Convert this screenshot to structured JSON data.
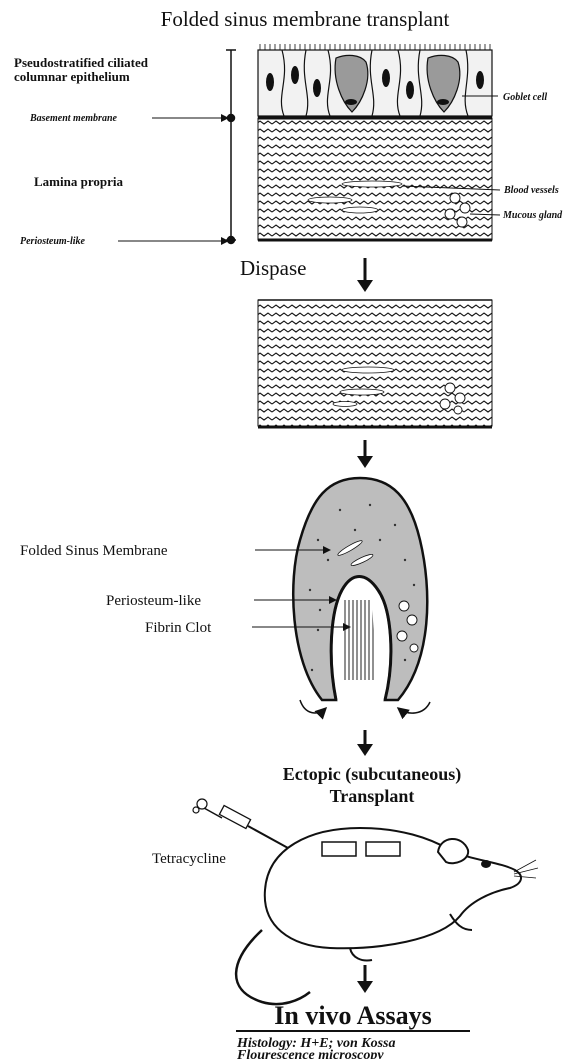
{
  "title": "Folded sinus membrane transplant",
  "labels_left": {
    "epithelium_line1": "Pseudostratified ciliated",
    "epithelium_line2": "columnar epithelium",
    "basement": "Basement membrane",
    "lamina": "Lamina propria",
    "periosteum": "Periosteum-like"
  },
  "labels_right": {
    "goblet": "Goblet cell",
    "vessels": "Blood vessels",
    "gland": "Mucous gland"
  },
  "step_dispase": "Dispase",
  "fold_labels": {
    "membrane": "Folded Sinus Membrane",
    "periosteum": "Periosteum-like",
    "clot": "Fibrin Clot"
  },
  "transplant_line1": "Ectopic (subcutaneous)",
  "transplant_line2": "Transplant",
  "tetracycline": "Tetracycline",
  "assays_title": "In vivo Assays",
  "assays_line1": "Histology: H+E; von Kossa",
  "assays_line2": "Flourescence microscopy",
  "colors": {
    "ink": "#111111",
    "tissue": "#bdbdbd",
    "cell": "#dcdcdc"
  }
}
